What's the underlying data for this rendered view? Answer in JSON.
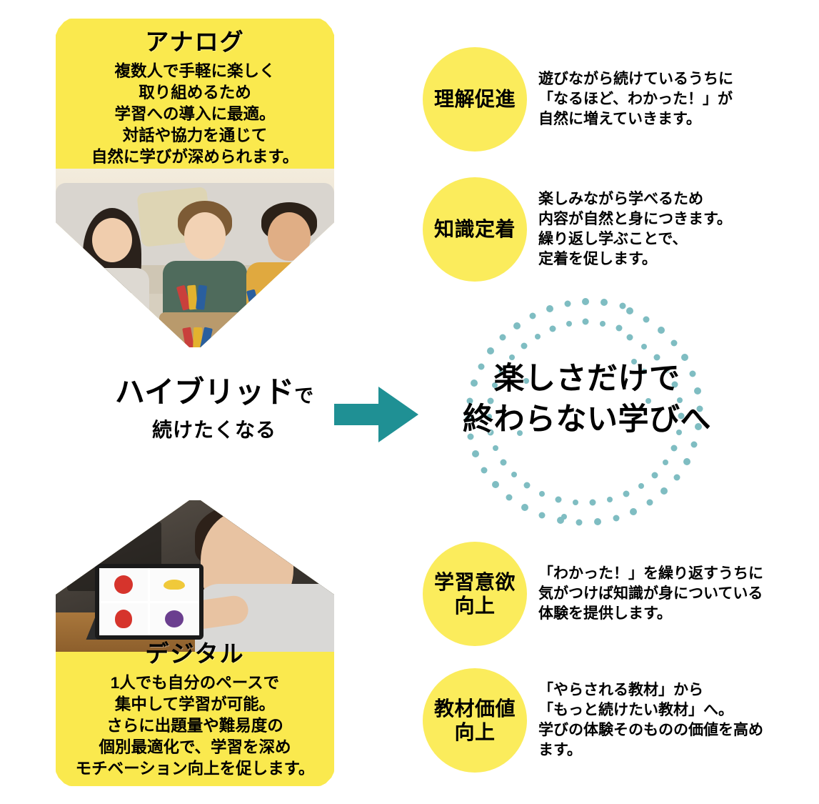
{
  "colors": {
    "card_yellow": "#FAE94E",
    "bubble_yellow": "#FBEC5C",
    "arrow_teal": "#1F9094",
    "dot_teal": "#7FBDC2",
    "text_black": "#000000"
  },
  "left_cards": [
    {
      "id": "analog",
      "title": "アナログ",
      "body_lines": [
        "複数人で手軽に楽しく",
        "取り組めるため",
        "学習への導入に最適。",
        "対話や協力を通じて",
        "自然に学びが深められます。"
      ],
      "photo_alt": "三人の子どもがカードゲームで遊んでいる写真"
    },
    {
      "id": "digital",
      "title": "デジタル",
      "body_lines": [
        "1人でも自分のペースで",
        "集中して学習が可能。",
        "さらに出題量や難易度の",
        "個別最適化で、学習を深め",
        "モチベーション向上を促します。"
      ],
      "photo_alt": "男の子がタブレットで果物のカードを学習している写真"
    }
  ],
  "hybrid": {
    "line1_strong": "ハイブリッド",
    "line1_suffix": "で",
    "line2": "続けたくなる"
  },
  "arrow": {
    "icon": "arrow-right-icon"
  },
  "headline": {
    "line1": "楽しさだけで",
    "line2": "終わらない学びへ",
    "ring": "dotted-circle-decoration"
  },
  "benefits": [
    {
      "label_lines": [
        "理解促進"
      ],
      "desc_lines": [
        "遊びながら続けているうちに",
        "「なるほど、わかった！」が",
        "自然に増えていきます。"
      ]
    },
    {
      "label_lines": [
        "知識定着"
      ],
      "desc_lines": [
        "楽しみながら学べるため",
        "内容が自然と身につきます。",
        "繰り返し学ぶことで、",
        "定着を促します。"
      ]
    },
    {
      "label_lines": [
        "学習意欲",
        "向上"
      ],
      "desc_lines": [
        "「わかった！」を繰り返すうちに",
        "気がつけば知識が身についている",
        "体験を提供します。"
      ]
    },
    {
      "label_lines": [
        "教材価値",
        "向上"
      ],
      "desc_lines": [
        "「やらされる教材」から",
        "「もっと続けたい教材」へ。",
        "学びの体験そのものの価値を高め",
        "ます。"
      ]
    }
  ]
}
